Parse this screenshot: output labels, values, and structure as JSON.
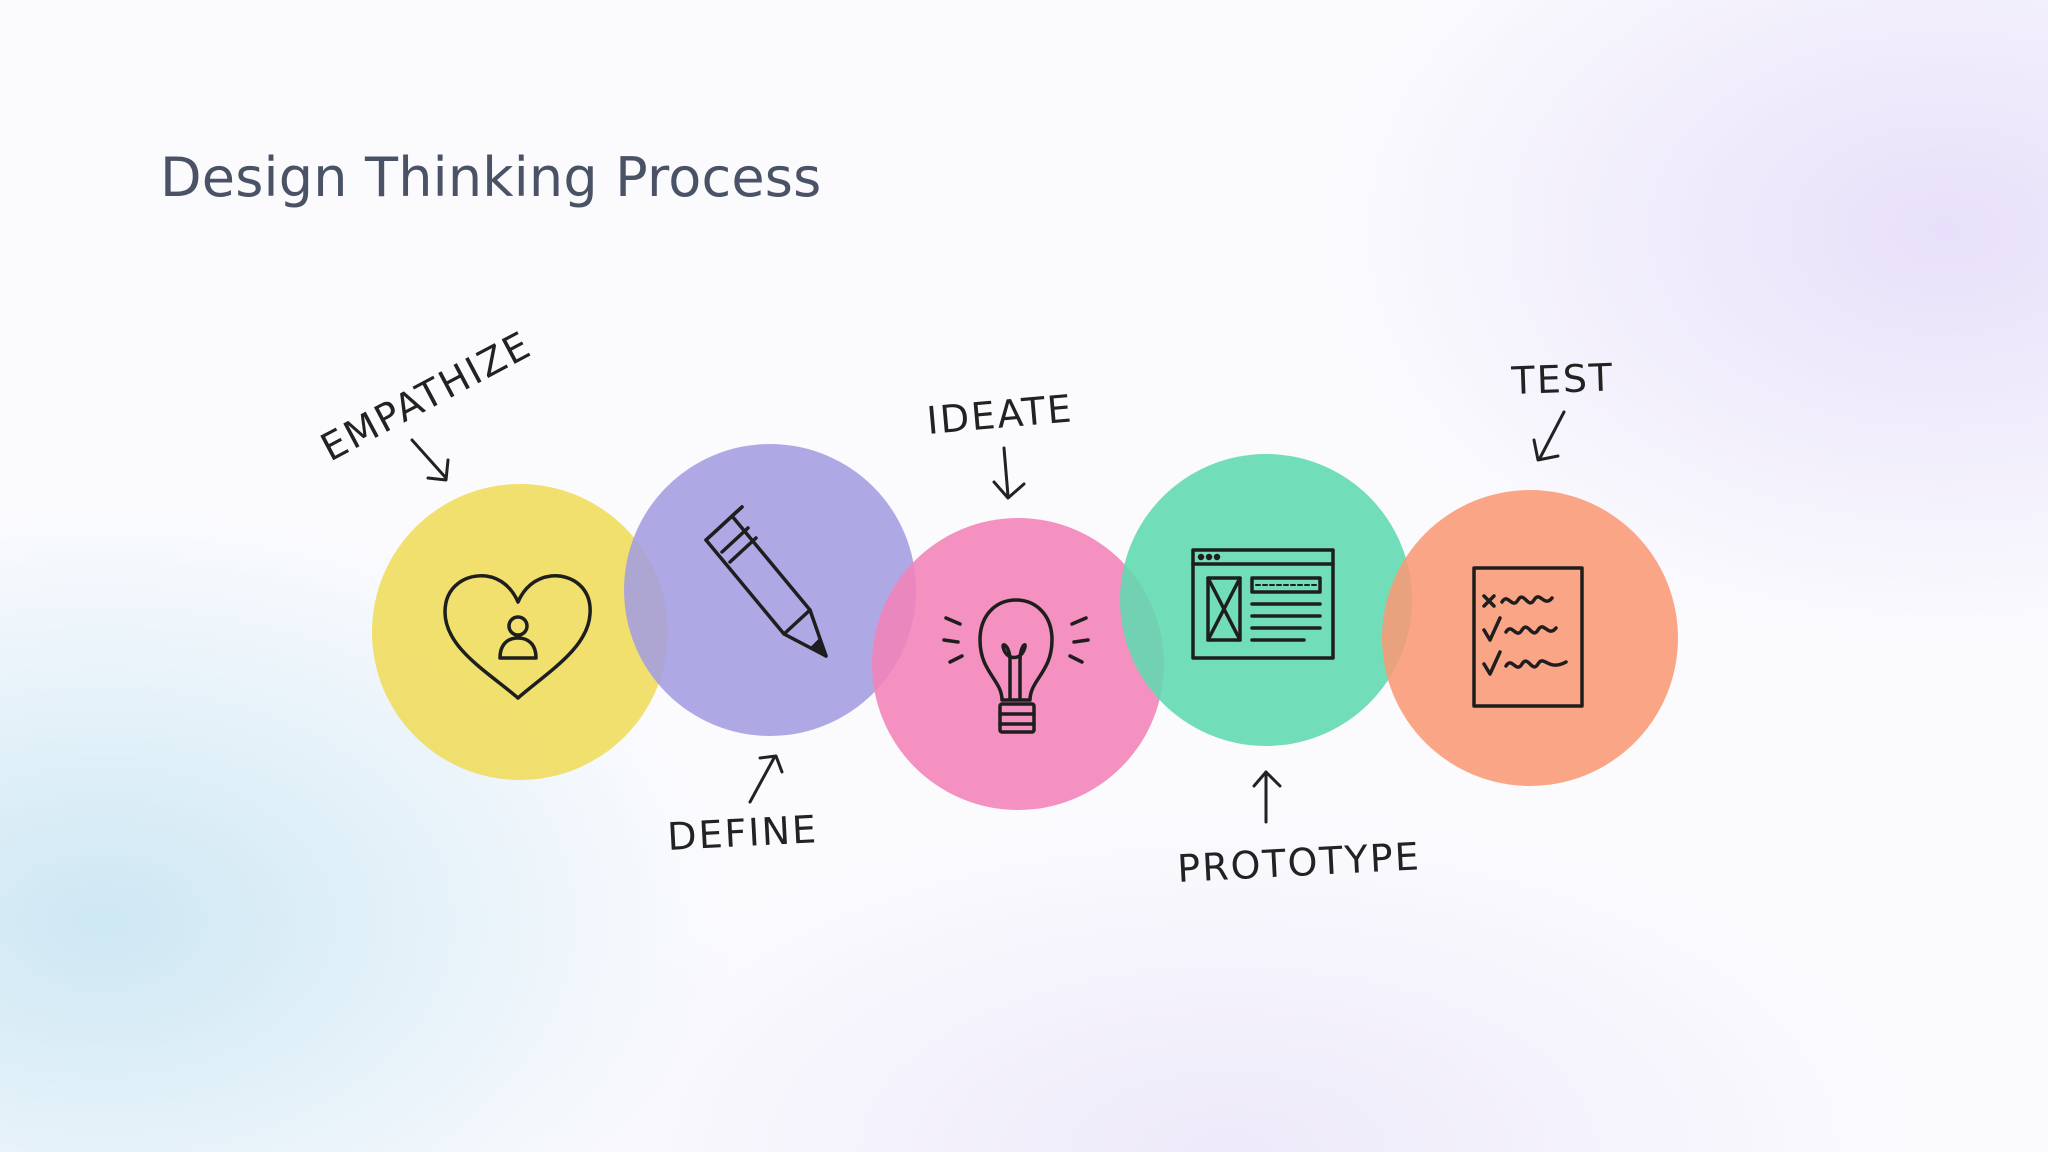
{
  "title": "Design Thinking Process",
  "stages": [
    {
      "label": "EMPATHIZE",
      "color": "#EFDC5A",
      "icon": "heart-person-icon"
    },
    {
      "label": "DEFINE",
      "color": "#A39DE0",
      "icon": "pencil-icon"
    },
    {
      "label": "IDEATE",
      "color": "#F282B8",
      "icon": "lightbulb-icon"
    },
    {
      "label": "PROTOTYPE",
      "color": "#5ED9AF",
      "icon": "wireframe-browser-icon"
    },
    {
      "label": "TEST",
      "color": "#F99A75",
      "icon": "checklist-icon"
    }
  ]
}
